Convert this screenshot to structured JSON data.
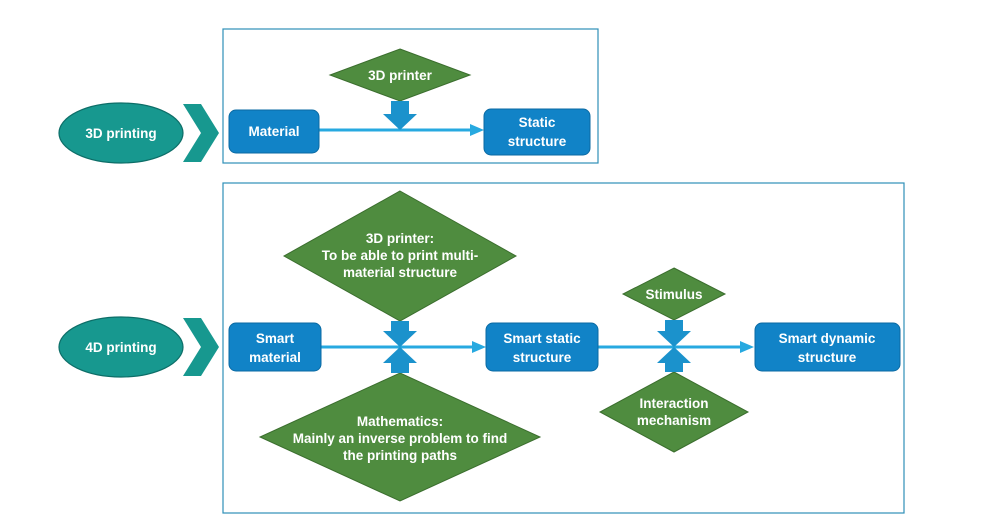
{
  "rows": [
    {
      "stage_label": "3D printing",
      "input": [
        "Material"
      ],
      "printer": [
        "3D printer"
      ],
      "output": [
        "Static",
        "structure"
      ]
    },
    {
      "stage_label": "4D printing",
      "input": [
        "Smart",
        "material"
      ],
      "printer": [
        "3D printer:",
        "To be able to print multi-",
        "material structure"
      ],
      "math": [
        "Mathematics:",
        "Mainly an inverse problem to find",
        "the printing paths"
      ],
      "intermediate": [
        "Smart static",
        "structure"
      ],
      "stimulus": [
        "Stimulus"
      ],
      "interaction": [
        "Interaction",
        "mechanism"
      ],
      "output": [
        "Smart dynamic",
        "structure"
      ]
    }
  ],
  "colors": {
    "frame": "#2e8fb8",
    "ellipse": "#17988f",
    "process_box": "#1183c7",
    "decision_diamond": "#4f8c3f",
    "flow_arrow": "#27a9e0"
  }
}
